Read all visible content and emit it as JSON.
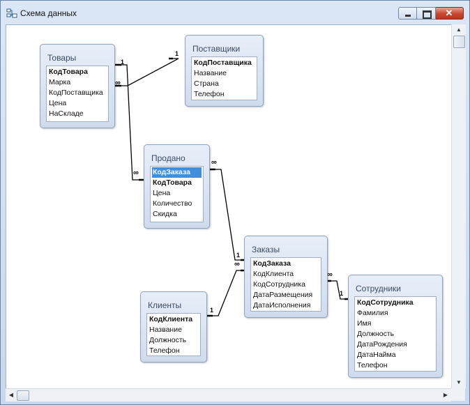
{
  "window": {
    "title": "Схема данных",
    "controls": [
      "minimize",
      "maximize",
      "close"
    ]
  },
  "tables": {
    "tovary": {
      "name": "Товары",
      "fields": [
        {
          "label": "КодТовара",
          "pk": true
        },
        {
          "label": "Марка"
        },
        {
          "label": "КодПоставщика"
        },
        {
          "label": "Цена"
        },
        {
          "label": "НаСкладе"
        }
      ]
    },
    "postavshchiki": {
      "name": "Поставщики",
      "fields": [
        {
          "label": "КодПоставщика",
          "pk": true
        },
        {
          "label": "Название"
        },
        {
          "label": "Страна"
        },
        {
          "label": "Телефон"
        }
      ]
    },
    "prodano": {
      "name": "Продано",
      "fields": [
        {
          "label": "КодЗаказа",
          "pk": true,
          "selected": true
        },
        {
          "label": "КодТовара",
          "pk": true
        },
        {
          "label": "Цена"
        },
        {
          "label": "Количество"
        },
        {
          "label": "Скидка"
        }
      ]
    },
    "zakazy": {
      "name": "Заказы",
      "fields": [
        {
          "label": "КодЗаказа",
          "pk": true
        },
        {
          "label": "КодКлиента"
        },
        {
          "label": "КодСотрудника"
        },
        {
          "label": "ДатаРазмещения"
        },
        {
          "label": "ДатаИсполнения"
        }
      ]
    },
    "klienty": {
      "name": "Клиенты",
      "fields": [
        {
          "label": "КодКлиента",
          "pk": true
        },
        {
          "label": "Название"
        },
        {
          "label": "Должность"
        },
        {
          "label": "Телефон"
        }
      ]
    },
    "sotrudniki": {
      "name": "Сотрудники",
      "fields": [
        {
          "label": "КодСотрудника",
          "pk": true
        },
        {
          "label": "Фамилия"
        },
        {
          "label": "Имя"
        },
        {
          "label": "Должность"
        },
        {
          "label": "ДатаРождения"
        },
        {
          "label": "ДатаНайма"
        },
        {
          "label": "Телефон"
        }
      ]
    }
  },
  "relationships": [
    {
      "from": "Поставщики.КодПоставщика",
      "to": "Товары.КодПоставщика",
      "one": "1",
      "many": "∞"
    },
    {
      "from": "Товары.КодТовара",
      "to": "Продано.КодТовара",
      "one": "1",
      "many": "∞"
    },
    {
      "from": "Заказы.КодЗаказа",
      "to": "Продано.КодЗаказа",
      "one": "1",
      "many": "∞"
    },
    {
      "from": "Клиенты.КодКлиента",
      "to": "Заказы.КодКлиента",
      "one": "1",
      "many": "∞"
    },
    {
      "from": "Сотрудники.КодСотрудника",
      "to": "Заказы.КодСотрудника",
      "one": "1",
      "many": "∞"
    }
  ],
  "colors": {
    "selection": "#3f8fe0",
    "titlebar": "#dbe7f6",
    "close_button": "#c8452e"
  }
}
